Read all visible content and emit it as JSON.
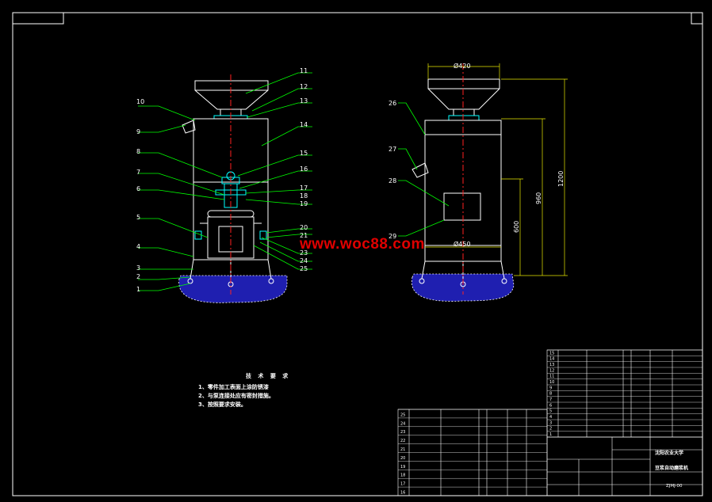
{
  "watermark": "www.woc88.com",
  "dimensions": {
    "top_diameter": "Ø420",
    "base_diameter": "Ø450",
    "height_1200": "1200",
    "height_960": "960",
    "height_600": "600"
  },
  "front_view_labels": [
    "1",
    "2",
    "3",
    "4",
    "5",
    "6",
    "7",
    "8",
    "9",
    "10",
    "11",
    "12",
    "13",
    "14",
    "15",
    "16",
    "17",
    "18",
    "19",
    "20",
    "21",
    "23",
    "24",
    "25"
  ],
  "side_view_labels": [
    "26",
    "27",
    "28",
    "29"
  ],
  "technical_requirements": {
    "title": "技 术 要 求",
    "items": [
      "1、零件加工表面上涂防锈漆",
      "2、与泵连接处应有密封措施。",
      "3、按照要求安装。"
    ]
  },
  "parts_table_rows": [
    "25",
    "24",
    "23",
    "22",
    "21",
    "20",
    "19",
    "18",
    "17",
    "16",
    "15",
    "14",
    "13",
    "12",
    "11",
    "10",
    "9",
    "8",
    "7",
    "6",
    "5",
    "4",
    "3",
    "2",
    "1"
  ],
  "title_block": {
    "school": "沈阳农业大学",
    "drawing_name": "豆浆自动磨浆机",
    "drawing_no": "ZJMJ-00"
  },
  "colors": {
    "background": "#000000",
    "frame": "#ffffff",
    "centerline": "#ff0000",
    "leaders": "#00ff00",
    "fittings": "#00ffff",
    "base": "#1a1aa8",
    "dimension": "#ffff00",
    "watermark": "#e00000"
  }
}
